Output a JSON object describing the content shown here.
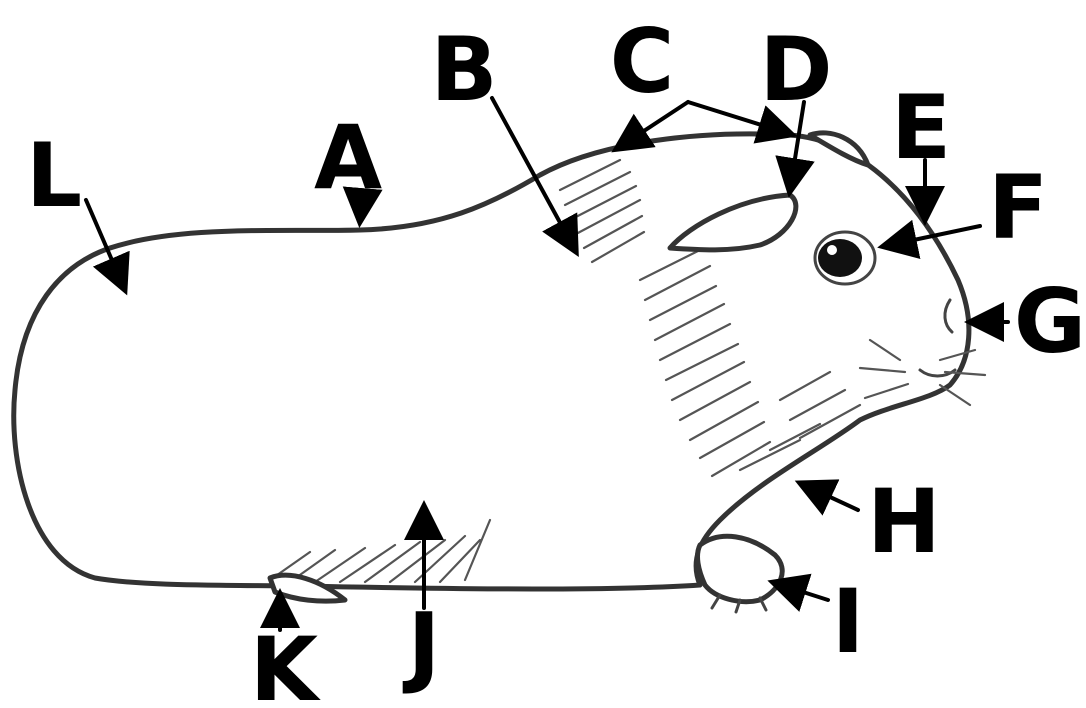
{
  "diagram": {
    "labels": {
      "A": "A",
      "B": "B",
      "C": "C",
      "D": "D",
      "E": "E",
      "F": "F",
      "G": "G",
      "H": "H",
      "I": "I",
      "J": "J",
      "K": "K",
      "L": "L"
    }
  }
}
